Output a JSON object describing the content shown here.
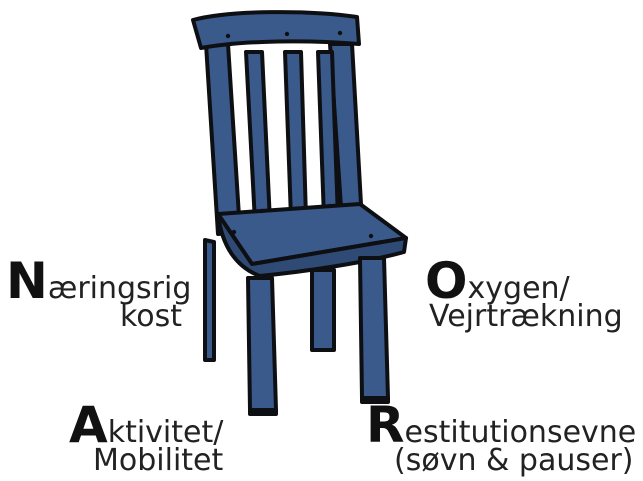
{
  "chair": {
    "icon": "chair-icon",
    "fill_color": "#3b5a8c",
    "outline_color": "#0d0f12"
  },
  "pillars": [
    {
      "initial": "N",
      "rest": "æringsrig",
      "line2": "kost"
    },
    {
      "initial": "O",
      "rest": "xygen/",
      "line2": "Vejrtrækning"
    },
    {
      "initial": "A",
      "rest": "ktivitet/",
      "line2": "Mobilitet"
    },
    {
      "initial": "R",
      "rest": "estitutionsevne",
      "line2": "(søvn & pauser)"
    }
  ]
}
